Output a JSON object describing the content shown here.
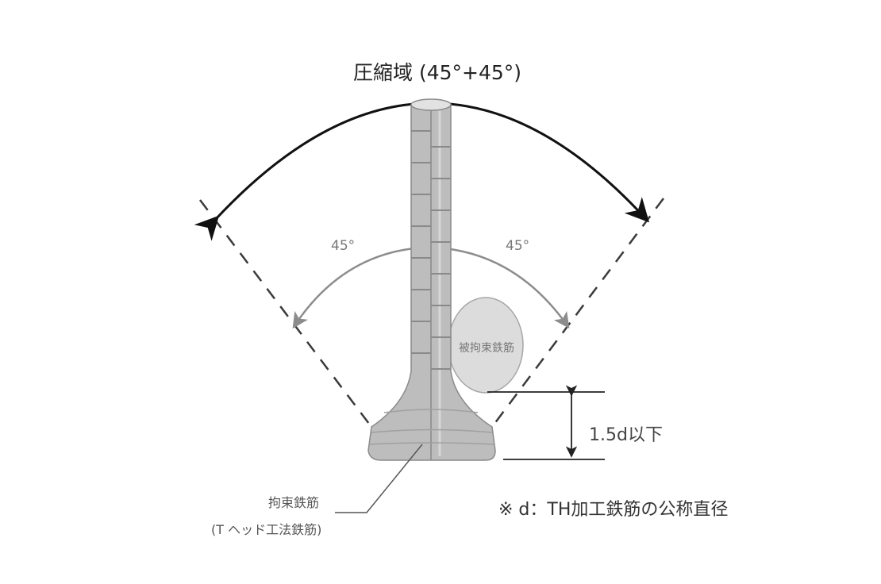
{
  "labels": {
    "compression_zone": "圧縮域 (45°+45°)",
    "angle_left": "45°",
    "angle_right": "45°",
    "confined_bar": "被拘束鉄筋",
    "dimension": "1.5d以下",
    "note": "※ d：TH加工鉄筋の公称直径",
    "restraint_bar": "拘束鉄筋",
    "restraint_bar_sub": "(T ヘッド工法鉄筋)"
  },
  "colors": {
    "bar_fill": "#bdbdbd",
    "bar_stroke": "#8a8a8a",
    "bar_highlight": "#d6d6d6",
    "circle_fill": "#dcdcdc",
    "arc_main": "#111111",
    "arc_inner": "#8c8c8c",
    "dashed_line": "#3a3a3a"
  },
  "icons": {
    "arrowhead": "arrowhead-icon"
  }
}
